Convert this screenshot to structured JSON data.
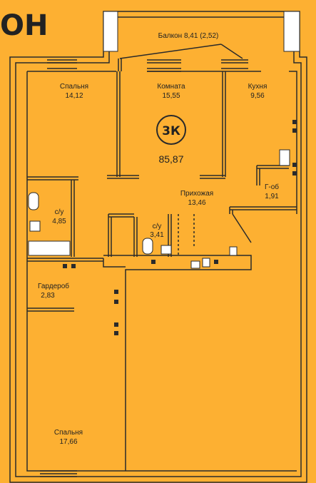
{
  "page": {
    "heading": "ОН"
  },
  "plan": {
    "badge": "3К",
    "total_area": "85,87",
    "rooms": [
      {
        "name": "Балкон 8,41 (2,52)",
        "area": ""
      },
      {
        "name": "Спальня",
        "area": "14,12"
      },
      {
        "name": "Комната",
        "area": "15,55"
      },
      {
        "name": "Кухня",
        "area": "9,56"
      },
      {
        "name": "Прихожая",
        "area": "13,46"
      },
      {
        "name": "Г-об",
        "area": "1,91"
      },
      {
        "name": "с/у",
        "area": "4,85"
      },
      {
        "name": "с/у",
        "area": "3,41"
      },
      {
        "name": "Гардероб",
        "area": "2,83"
      },
      {
        "name": "Спальня",
        "area": "17,66"
      }
    ]
  },
  "colors": {
    "background": "#FDB032",
    "wall": "#2A2A2A",
    "wall_fill": "#FFFFFF"
  }
}
